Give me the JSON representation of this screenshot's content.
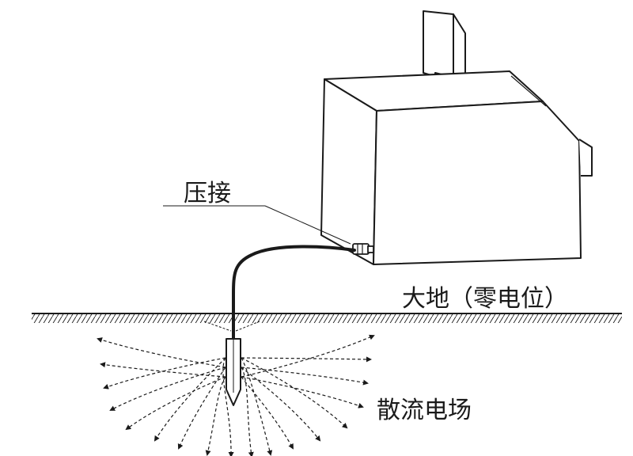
{
  "labels": {
    "crimp": "压接",
    "earth": "大地（零电位）",
    "field": "散流电场"
  },
  "colors": {
    "stroke": "#1a1a1a",
    "background": "#ffffff"
  }
}
